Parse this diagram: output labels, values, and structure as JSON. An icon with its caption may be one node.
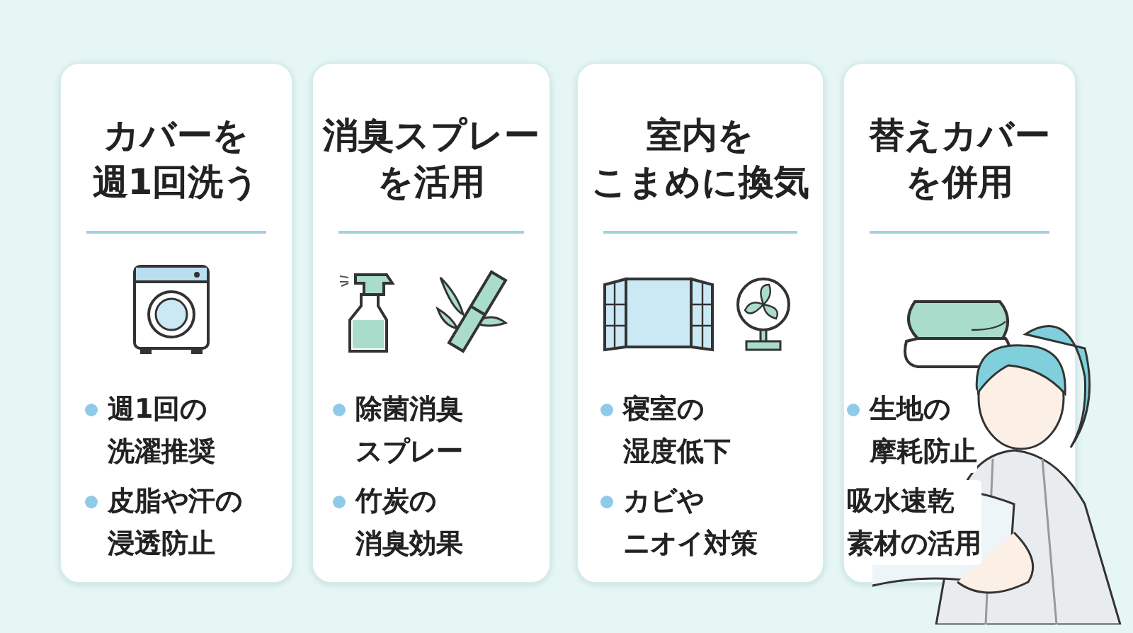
{
  "diagram": {
    "nodes": [
      {
        "text": [
          "カバーを週1回洗う",
          "週1回の洗濯推奨",
          "皮脂や汗の浸透防止"
        ]
      },
      {
        "text": [
          "消臭スプレーを活用",
          "除菌消臭スプレー",
          "竹炭の消臭効果"
        ]
      },
      {
        "text": [
          "室内をこまめに換気",
          "寝室の湿度低下",
          "カビやニオイ対策"
        ]
      },
      {
        "text": [
          "替えカバーを併用",
          "生地の摩耗防止",
          "吸水速乾素材の活用"
        ]
      }
    ]
  }
}
